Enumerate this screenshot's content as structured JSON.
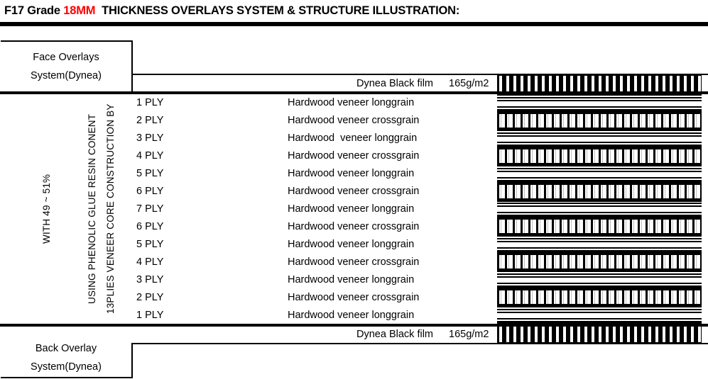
{
  "title": {
    "prefix": "F17 Grade ",
    "highlight": "18MM",
    "suffix": "  THICKNESS OVERLAYS SYSTEM & STRUCTURE ILLUSTRATION:",
    "highlight_color": "#ff0000"
  },
  "face_overlay": {
    "line1": "Face Overlays",
    "line2": "System(Dynea)"
  },
  "back_overlay": {
    "line1": "Back Overlay",
    "line2": "System(Dynea)"
  },
  "film_top": {
    "label": "Dynea Black film",
    "weight": "165g/m2",
    "pattern": "checkered-film"
  },
  "film_bottom": {
    "label": "Dynea Black film",
    "weight": "165g/m2",
    "pattern": "checkered-film"
  },
  "core_caption": {
    "line1": "13PLIES VENEER CORE CONSTRUCTION BY",
    "line2": "USING PHENOLIC GLUE RESIN CONENT",
    "line3": "WITH 49 ~ 51%"
  },
  "plies": [
    {
      "num": "1 PLY",
      "desc": "Hardwood veneer longgrain",
      "grain": "long"
    },
    {
      "num": "2 PLY",
      "desc": "Hardwood veneer crossgrain",
      "grain": "cross"
    },
    {
      "num": "3 PLY",
      "desc": "Hardwood  veneer longgrain",
      "grain": "long"
    },
    {
      "num": "4 PLY",
      "desc": "Hardwood veneer crossgrain",
      "grain": "cross"
    },
    {
      "num": "5 PLY",
      "desc": "Hardwood veneer longgrain",
      "grain": "long"
    },
    {
      "num": "6 PLY",
      "desc": "Hardwood veneer crossgrain",
      "grain": "cross"
    },
    {
      "num": "7 PLY",
      "desc": "Hardwood veneer longgrain",
      "grain": "long"
    },
    {
      "num": "6 PLY",
      "desc": "Hardwood veneer crossgrain",
      "grain": "cross"
    },
    {
      "num": "5 PLY",
      "desc": "Hardwood veneer longgrain",
      "grain": "long"
    },
    {
      "num": "4 PLY",
      "desc": "Hardwood veneer crossgrain",
      "grain": "cross"
    },
    {
      "num": "3 PLY",
      "desc": "Hardwood veneer longgrain",
      "grain": "long"
    },
    {
      "num": "2 PLY",
      "desc": "Hardwood veneer crossgrain",
      "grain": "cross"
    },
    {
      "num": "1 PLY",
      "desc": "Hardwood veneer longgrain",
      "grain": "long"
    }
  ]
}
